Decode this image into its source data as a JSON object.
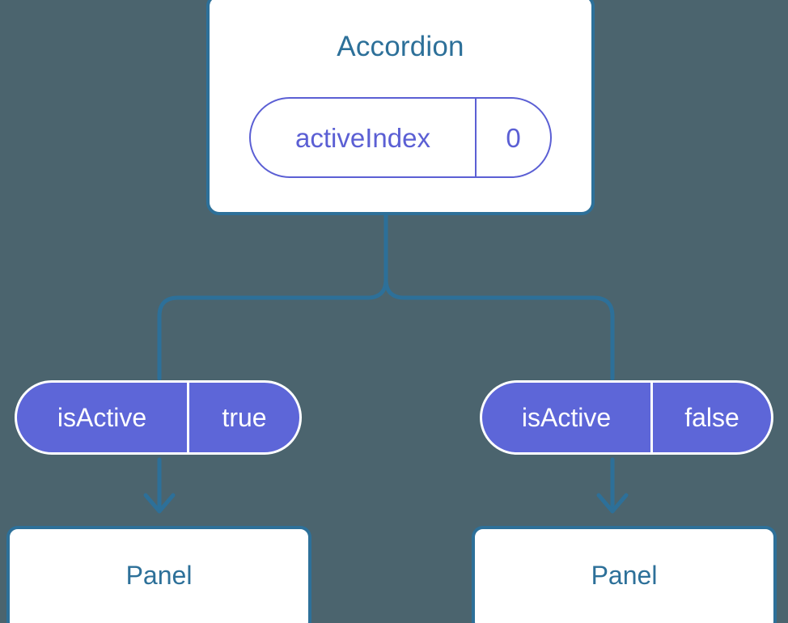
{
  "diagram": {
    "background_color": "#4b646e",
    "accent_blue": "#2d7099",
    "accent_purple": "#5b5fd4",
    "pill_fill": "#5d66d8"
  },
  "parent": {
    "title": "Accordion",
    "state": {
      "key": "activeIndex",
      "value": "0"
    }
  },
  "children": [
    {
      "state": {
        "key": "isActive",
        "value": "true"
      },
      "panel_label": "Panel"
    },
    {
      "state": {
        "key": "isActive",
        "value": "false"
      },
      "panel_label": "Panel"
    }
  ]
}
